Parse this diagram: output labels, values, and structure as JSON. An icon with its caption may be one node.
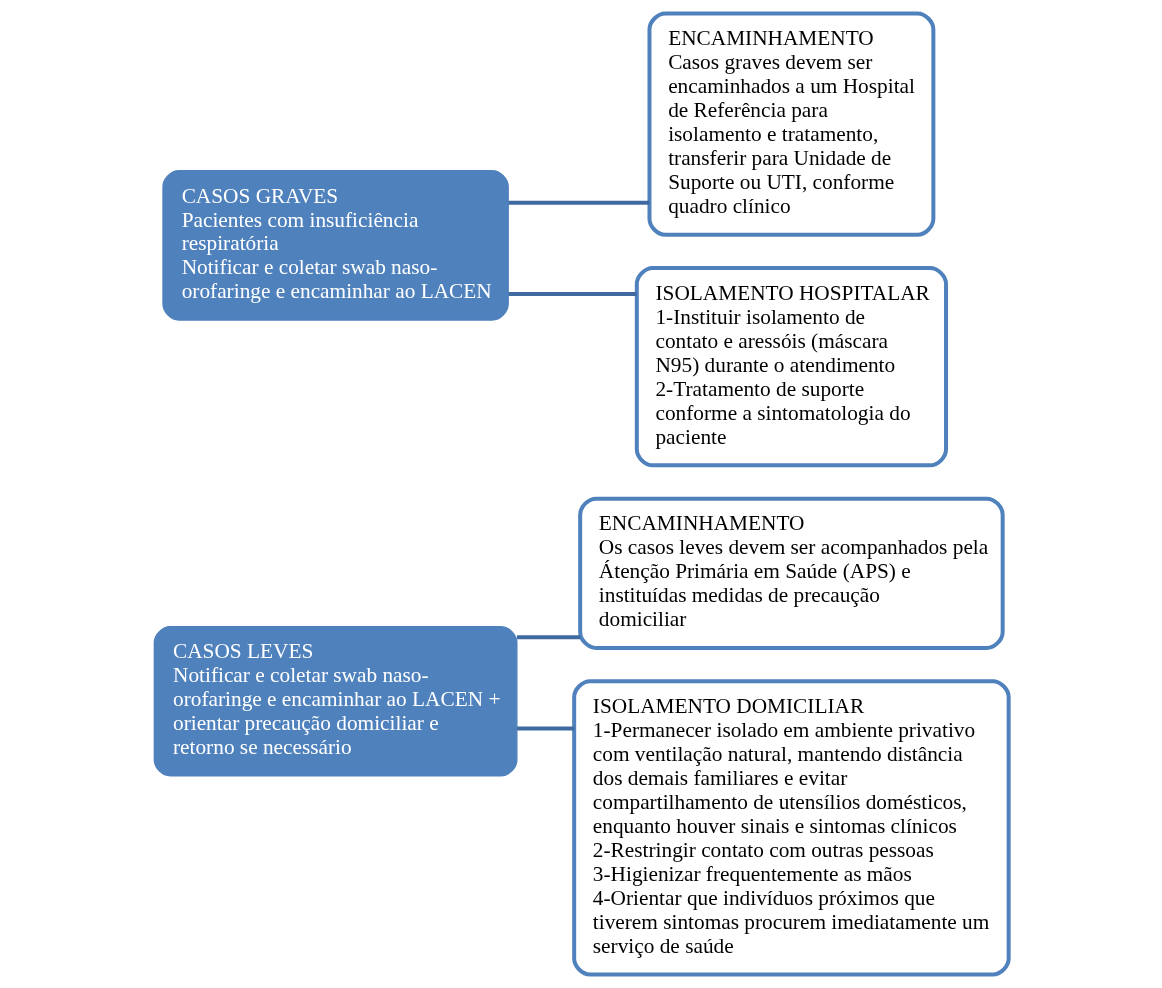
{
  "diagram": {
    "nodes": [
      {
        "text": [
          "CASOS LEVES",
          "Notificar e coletar swab naso-orofaringe e encaminhar ao LACEN + orientar precaução domiciliar e retorno se necessário"
        ]
      },
      {
        "text": [
          "ENCAMINHAMENTO",
          "Os casos leves devem ser acompanhados pela Átenção Primária em Saúde (APS) e instituídas medidas de precaução domiciliar"
        ]
      },
      {
        "text": [
          "ISOLAMENTO DOMICILIAR",
          "1-Permanecer isolado em ambiente privativo com ventilação natural, mantendo distância dos demais familiares e evitar compartilhamento de utensílios domésticos, enquanto houver sinais e sintomas clínicos",
          "2-Restringir contato com outras pessoas",
          "3-Higienizar frequentemente as mãos",
          "4-Orientar que indivíduos próximos que tiverem sintomas procurem imediatamente um serviço de saúde"
        ]
      },
      {
        "text": [
          "CASOS GRAVES",
          "Pacientes com insuficiência respiratória",
          "Notificar e coletar swab naso-orofaringe e encaminhar ao LACEN"
        ]
      },
      {
        "text": [
          "ENCAMINHAMENTO",
          "Casos graves devem ser encaminhados a um Hospital de Referência para isolamento e tratamento, transferir para Unidade de Suporte ou UTI, conforme quadro clínico"
        ]
      },
      {
        "text": [
          "ISOLAMENTO HOSPITALAR",
          "1-Instituir isolamento de contato e aressóis (máscara N95) durante o atendimento",
          "2-Tratamento de suporte conforme a sintomatologia do paciente"
        ]
      }
    ],
    "edges": [
      {
        "from": 0,
        "to": 1,
        "arrow": "none"
      },
      {
        "from": 0,
        "to": 2,
        "arrow": "none"
      },
      {
        "from": 3,
        "to": 4,
        "arrow": "none"
      },
      {
        "from": 3,
        "to": 5,
        "arrow": "none"
      }
    ]
  }
}
